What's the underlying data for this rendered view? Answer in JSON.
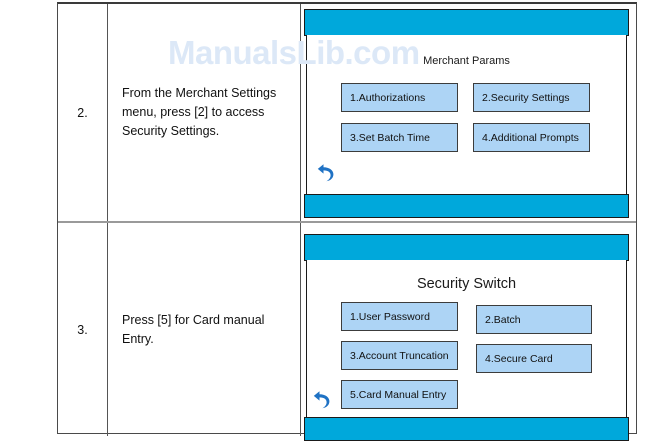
{
  "watermark": {
    "text": "ManualsLib.com",
    "color": "#dce8f7"
  },
  "colors": {
    "title_bar": "#00A8DB",
    "menu_button": "#ADD4F5",
    "button_border": "#3c3c3c",
    "back_arrow": "#1F72C4"
  },
  "table": {
    "rows": [
      {
        "number": "2.",
        "instruction": "From the Merchant Settings menu, press [2] to access Security Settings.",
        "screen": {
          "title": "Merchant Params",
          "back_icon": "back-arrow-icon",
          "buttons": [
            "1.Authorizations",
            "2.Security Settings",
            "3.Set Batch Time",
            "4.Additional Prompts"
          ]
        }
      },
      {
        "number": "3.",
        "instruction": "Press [5] for Card manual Entry.",
        "screen": {
          "title": "Security Switch",
          "back_icon": "back-arrow-icon",
          "buttons": [
            "1.User Password",
            "2.Batch",
            "3.Account Truncation",
            "4.Secure Card",
            "5.Card Manual Entry"
          ]
        }
      }
    ]
  }
}
